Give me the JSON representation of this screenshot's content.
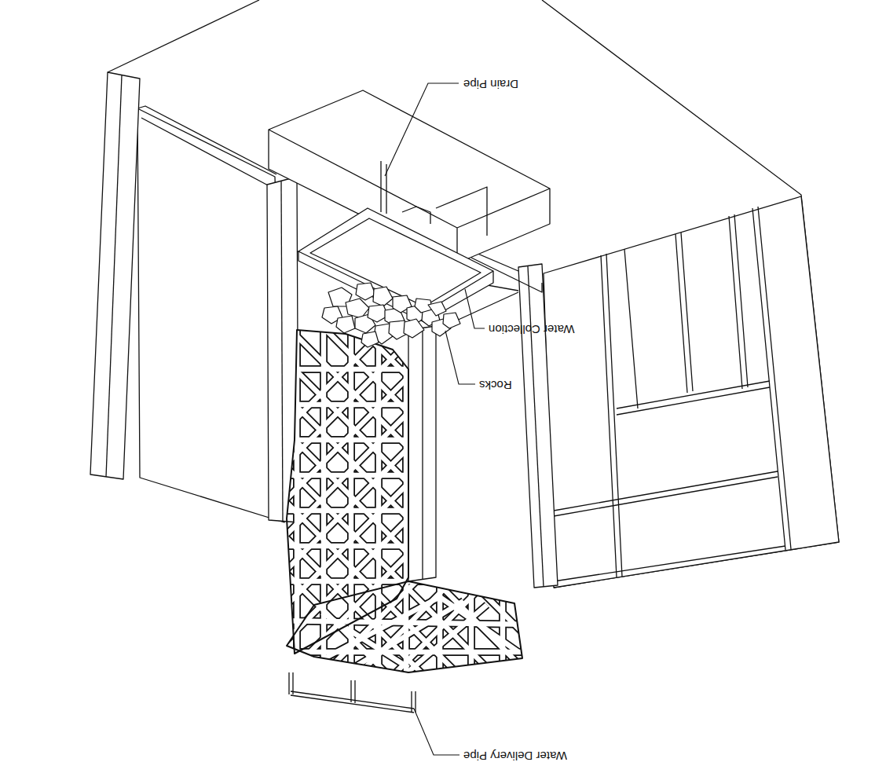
{
  "diagram": {
    "labels": [
      "Drain Pipe",
      "Water Collection",
      "Rocks",
      "Water Delivery Pipe"
    ]
  }
}
